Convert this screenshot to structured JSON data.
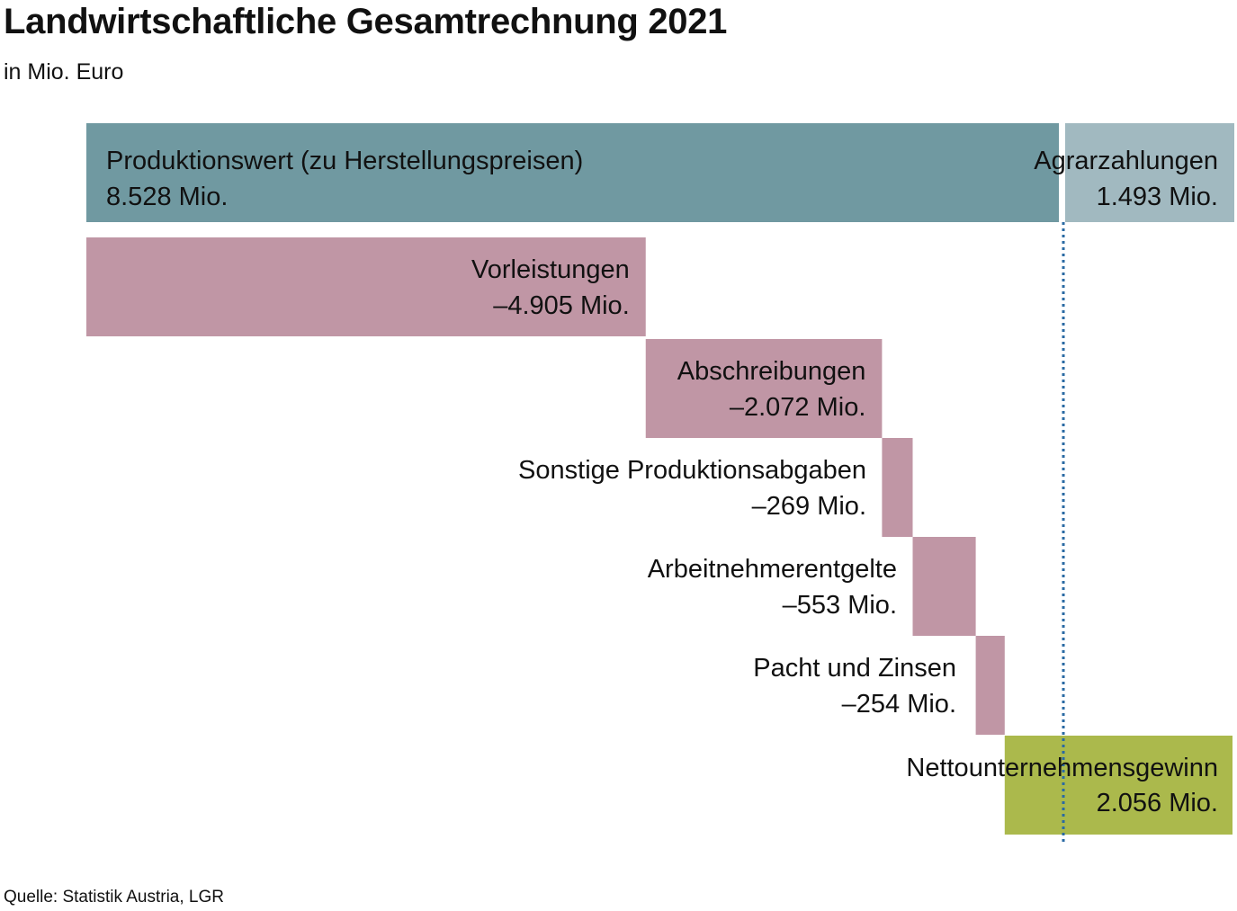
{
  "chart_data": {
    "type": "waterfall",
    "title": "Landwirtschaftliche Gesamtrechnung 2021",
    "subtitle": "in Mio. Euro",
    "source": "Quelle: Statistik Austria, LGR",
    "unit": "Mio. Euro",
    "steps": [
      {
        "name": "Produktionswert (zu Herstellungspreisen)",
        "value": 8528,
        "label": "8.528 Mio.",
        "kind": "start",
        "color": "#7099a1"
      },
      {
        "name": "Agrarzahlungen",
        "value": 1493,
        "label": "1.493 Mio.",
        "kind": "increase",
        "color": "#a1b9c0"
      },
      {
        "name": "Vorleistungen",
        "value": -4905,
        "label": "–4.905 Mio.",
        "kind": "decrease",
        "color": "#c096a5"
      },
      {
        "name": "Abschreibungen",
        "value": -2072,
        "label": "–2.072 Mio.",
        "kind": "decrease",
        "color": "#c096a5"
      },
      {
        "name": "Sonstige Produktionsabgaben",
        "value": -269,
        "label": "–269 Mio.",
        "kind": "decrease",
        "color": "#c096a5"
      },
      {
        "name": "Arbeitnehmerentgelte",
        "value": -553,
        "label": "–553 Mio.",
        "kind": "decrease",
        "color": "#c096a5"
      },
      {
        "name": "Pacht und Zinsen",
        "value": -254,
        "label": "–254 Mio.",
        "kind": "decrease",
        "color": "#c096a5"
      },
      {
        "name": "Nettounternehmensgewinn",
        "value": 2056,
        "label": "2.056 Mio.",
        "kind": "result",
        "color": "#abb94c"
      }
    ],
    "reference_line": {
      "at": 8528,
      "color": "#2a6aa3",
      "style": "dotted"
    }
  }
}
